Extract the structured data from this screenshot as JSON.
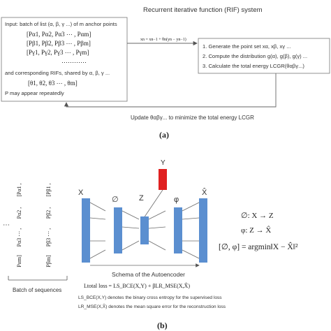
{
  "panel_a": {
    "rif_title": "Recurrent iterative function (RIF) system",
    "input_box": {
      "line1": "Input: batch of list (α, β, γ ...) of m anchor points",
      "rows": [
        "[Pα1,  Pα2,  Pα3 ⋯ ,  Pαm]",
        "[Pβ1,  Pβ2,  Pβ3 ⋯ ,  Pβm]",
        "[Pγ1,  Pγ2,  Pγ3 ⋯ ,  Pγm]"
      ],
      "dots": "⋯⋯⋯⋯",
      "line_rifs": "and corresponding RIFs, shared by α, β, γ ...",
      "theta_row": "[θ1,  θ2,  θ3 ⋯ ,  θm]",
      "line_repeat": "P may appear repeatedly"
    },
    "formula": "xn = xn−1 + θn(yn − yn−1)",
    "steps": [
      "1.  Generate the point set  xα, xβ, xγ ...",
      "2.  Compute the distribution  g(α), g(β), g(γ) ...",
      "3.  Calculate the total energy  LCGR(θαβγ...)"
    ],
    "update_text": "Update θαβγ...  to minimize the total energy LCGR",
    "label": "(a)"
  },
  "panel_b": {
    "left_dots": "⋯",
    "seq_col1": [
      "[Pα1 ,",
      "Pα2 ,",
      "Pα3 ⋯ ,",
      "Pαm]"
    ],
    "seq_col2": [
      "[Pβ1 ,",
      "Pβ2 ,",
      "Pβ3 ⋯ ,",
      "Pβm]"
    ],
    "batch_label": "Batch of sequences",
    "node_labels": {
      "x": "X",
      "phi_empty": "∅",
      "z": "Z",
      "varphi": "φ",
      "xhat": "X̂",
      "y": "Y"
    },
    "equations": [
      "∅: X → Z",
      "φ: Z → X̂",
      "[∅, φ] = argmin‖X − X̂‖²"
    ],
    "schema_title": "Schema of the Autoencoder",
    "loss_formula": "Ltotal loss = LS_BCE(X,Y) + βLR_MSE(X,X̂)",
    "loss_desc1": "LS_BCE(X,Y) denotes the binary cross entropy for the supervised loss",
    "loss_desc2": "LR_MSE(X,X̂) denotes the mean square error for the reconstruction loss",
    "label": "(b)"
  },
  "colors": {
    "layer": "#5b8fd0",
    "label_box": "#e02020",
    "line": "#666666"
  }
}
